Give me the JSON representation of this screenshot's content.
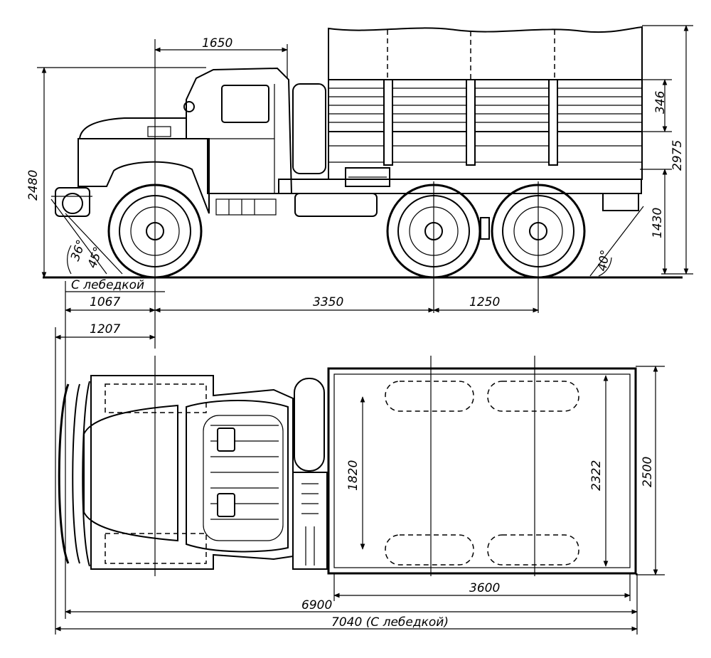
{
  "dimensions": {
    "cab_length": "1650",
    "overall_height": "2480",
    "tarp_height": "346",
    "height_with_tarp": "2975",
    "platform_height": "1430",
    "front_overhang_winch": "1067",
    "wheelbase_front": "3350",
    "rear_axle_spacing": "1250",
    "front_overhang_total": "1207",
    "inner_body_width": "1820",
    "body_width": "2322",
    "overall_width": "2500",
    "body_length": "3600",
    "overall_length": "6900",
    "overall_length_winch": "7040 (С лебедкой)"
  },
  "angles": {
    "approach_winch": "36°",
    "approach": "45°",
    "departure": "40°"
  },
  "labels": {
    "with_winch": "С лебедкой"
  },
  "colors": {
    "ink": "#000000",
    "paper": "#ffffff"
  }
}
